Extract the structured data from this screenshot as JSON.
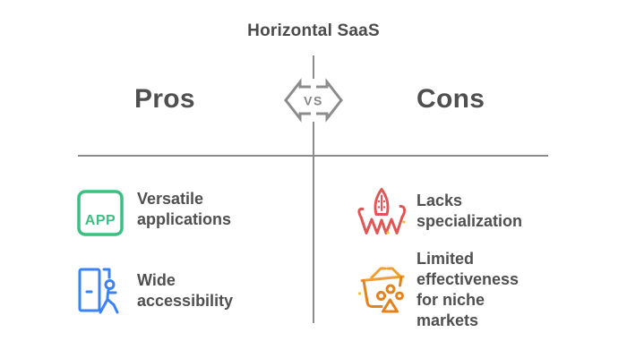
{
  "title": "Horizontal SaaS",
  "vs_label": "VS",
  "pros": {
    "heading": "Pros",
    "items": [
      {
        "icon": "app-window-icon",
        "icon_text": "APP",
        "label": "Versatile applications",
        "color": "#3cbf80"
      },
      {
        "icon": "door-entry-icon",
        "label": "Wide accessibility",
        "color": "#3b82f6"
      }
    ]
  },
  "cons": {
    "heading": "Cons",
    "items": [
      {
        "icon": "octopus-icon",
        "label": "Lacks specialization",
        "color": "#e25555"
      },
      {
        "icon": "niche-market-basket-icon",
        "label": "Limited effectiveness for niche markets",
        "color": "#e5821b"
      }
    ]
  },
  "colors": {
    "divider_gray": "#8c8c8c",
    "title_text": "#4a4a4a",
    "heading_text": "#4f4f4f",
    "body_text": "#4f4f4f",
    "vs_text": "#858585",
    "basket_rim_orange": "#f29d33",
    "yellow_accent": "#f2c335"
  }
}
